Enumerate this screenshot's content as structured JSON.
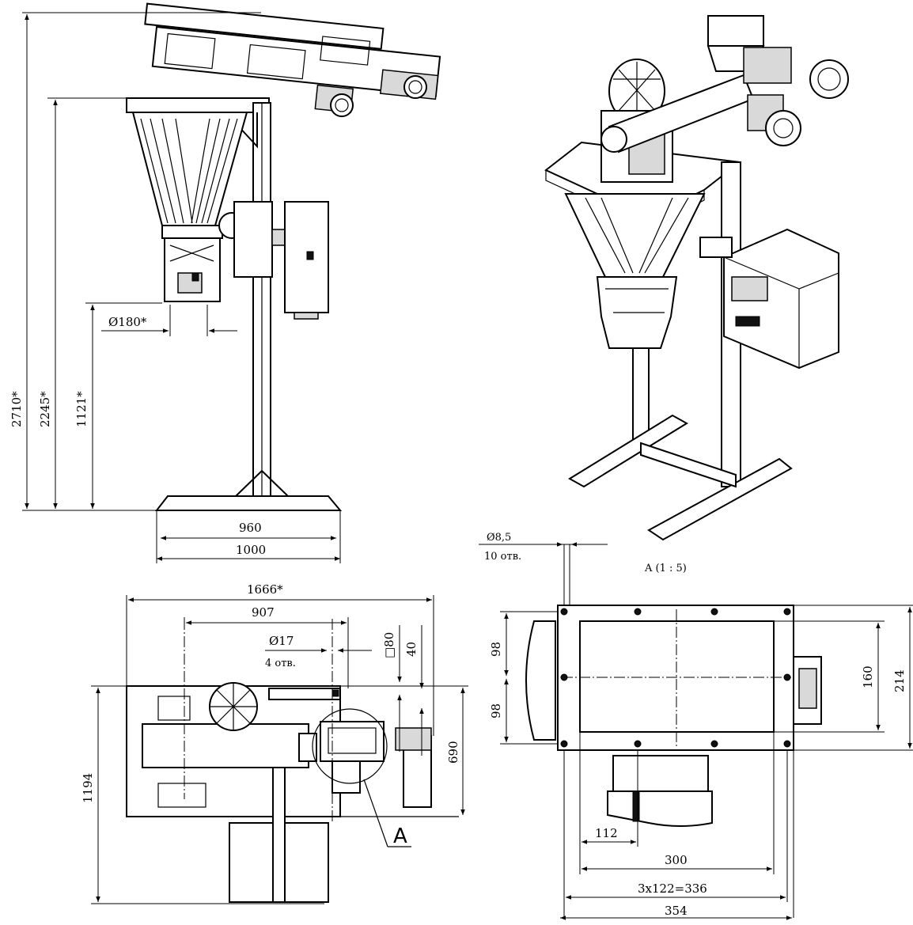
{
  "front_view": {
    "height_overall": "2710*",
    "height_hopper": "2245*",
    "height_outlet": "1121*",
    "outlet_diameter": "Ø180*",
    "base_width_inner": "960",
    "base_width_outer": "1000"
  },
  "plan_view": {
    "overall_length": "1666*",
    "column_offset": "907",
    "bolt_holes_diameter": "Ø17",
    "bolt_holes_count": "4 отв.",
    "column_section": "□80",
    "column_offset_small": "40",
    "base_depth": "690",
    "overall_depth": "1194",
    "detail_ref": "A"
  },
  "detail_view": {
    "title": "A  (1 : 5)",
    "hole_diameter": "Ø8,5",
    "hole_count": "10 отв.",
    "half_pitch_top": "98",
    "half_pitch_bottom": "98",
    "inner_height": "160",
    "outer_height": "214",
    "offset_112": "112",
    "opening_width": "300",
    "bolt_pitch": "3x122=336",
    "flange_width": "354"
  }
}
